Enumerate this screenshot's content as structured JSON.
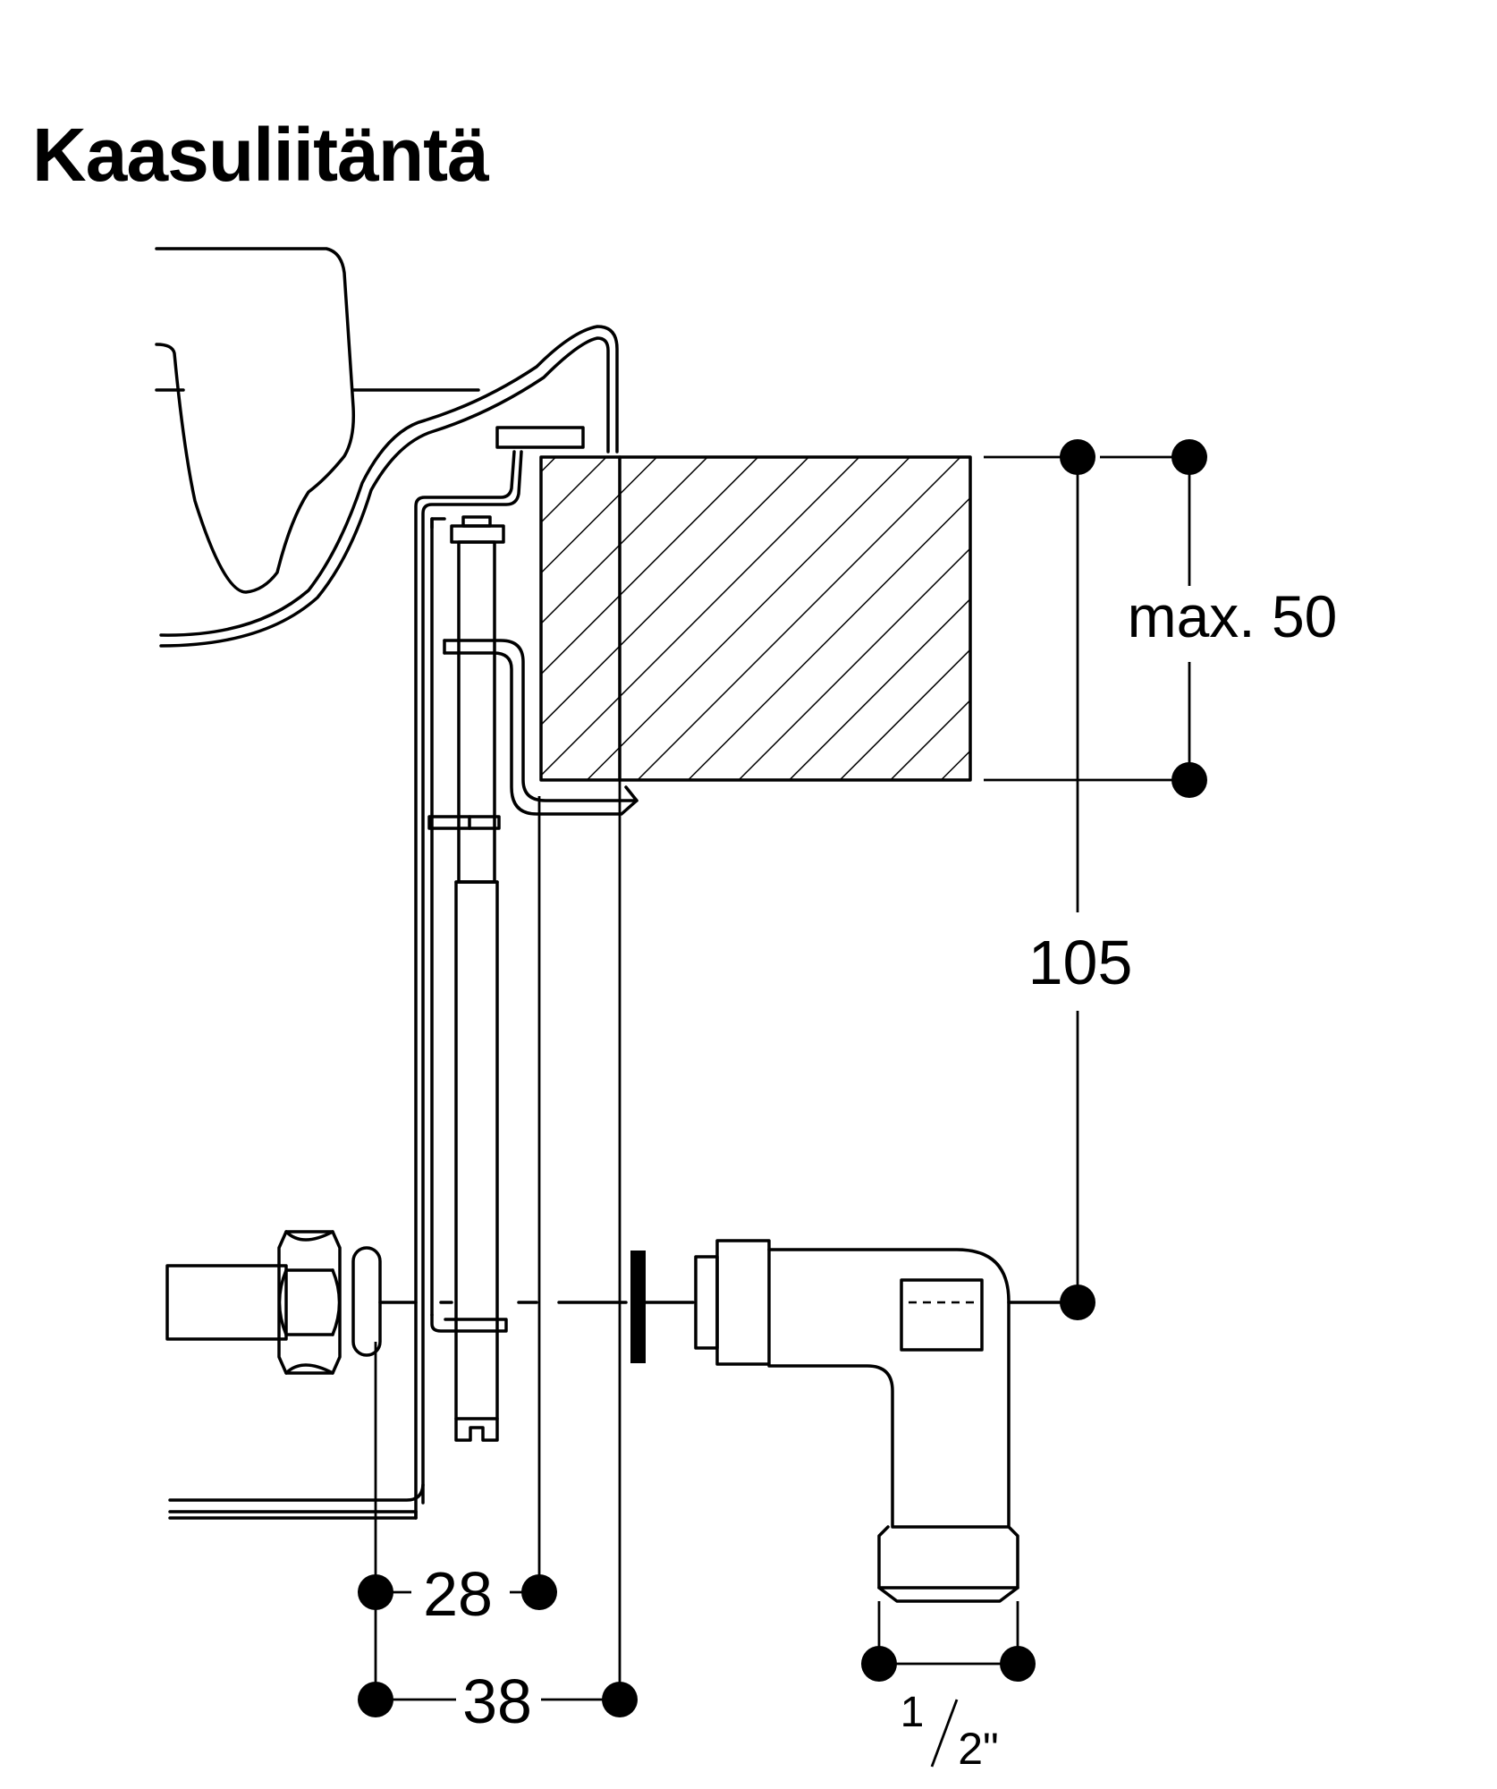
{
  "title": "Kaasuliitäntä",
  "dimensions": {
    "max_height": "max. 50",
    "total_height": "105",
    "offset_a": "28",
    "offset_b": "38",
    "thread_numerator": "1",
    "thread_denominator": "2\""
  },
  "colors": {
    "line": "#000000",
    "background": "#ffffff"
  }
}
